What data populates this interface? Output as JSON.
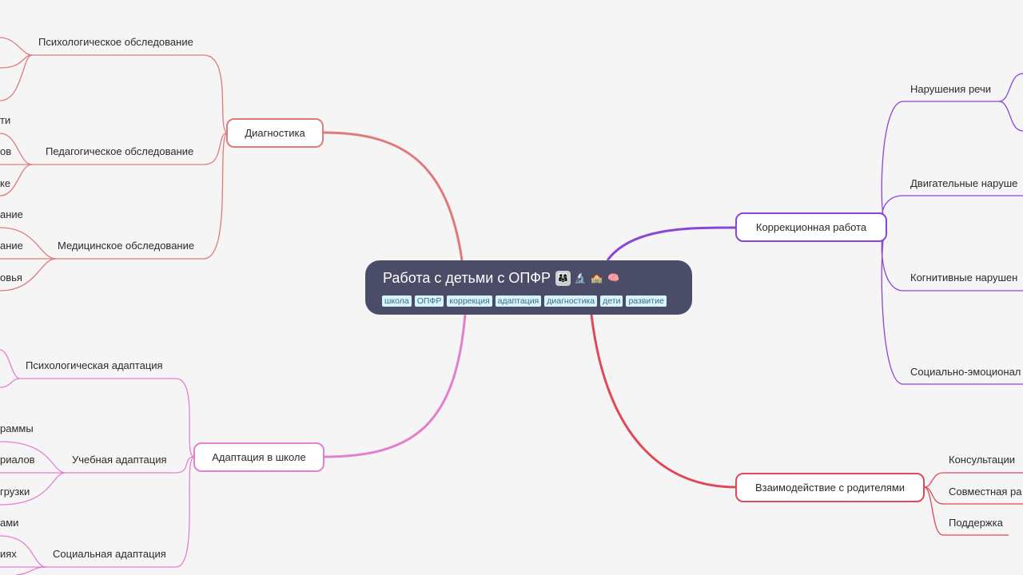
{
  "root": {
    "title": "Работа с детьми с ОПФР",
    "emojis": [
      "👨‍👩‍👧",
      "🔬",
      "🏫",
      "🧠"
    ],
    "tags": [
      "школа",
      "ОПФР",
      "коррекция",
      "адаптация",
      "диагностика",
      "дети",
      "развитие"
    ]
  },
  "branches": {
    "diagnostics": {
      "label": "Диагностика",
      "color": "#e07a7a",
      "children": [
        {
          "label": "Психологическое обследование"
        },
        {
          "label": "Педагогическое обследование",
          "leaves": [
            "ти",
            "ов",
            "ке"
          ]
        },
        {
          "label": "Медицинское обследование",
          "leaves": [
            "ание",
            "ание",
            "овья"
          ]
        }
      ]
    },
    "adaptation": {
      "label": "Адаптация в школе",
      "color": "#e37fcf",
      "children": [
        {
          "label": "Психологическая адаптация"
        },
        {
          "label": "Учебная адаптация",
          "leaves": [
            "раммы",
            "риалов",
            "грузки"
          ]
        },
        {
          "label": "Социальная адаптация",
          "leaves": [
            "ами",
            "иях"
          ]
        }
      ]
    },
    "correction": {
      "label": "Коррекционная работа",
      "color": "#8a45d9",
      "children": [
        {
          "label": "Нарушения речи"
        },
        {
          "label": "Двигательные наруше"
        },
        {
          "label": "Когнитивные нарушен"
        },
        {
          "label": "Социально-эмоционал"
        }
      ]
    },
    "parents": {
      "label": "Взаимодействие с родителями",
      "color": "#e0485a",
      "children": [
        {
          "label": "Консультации"
        },
        {
          "label": "Совместная ра"
        },
        {
          "label": "Поддержка"
        }
      ]
    }
  }
}
